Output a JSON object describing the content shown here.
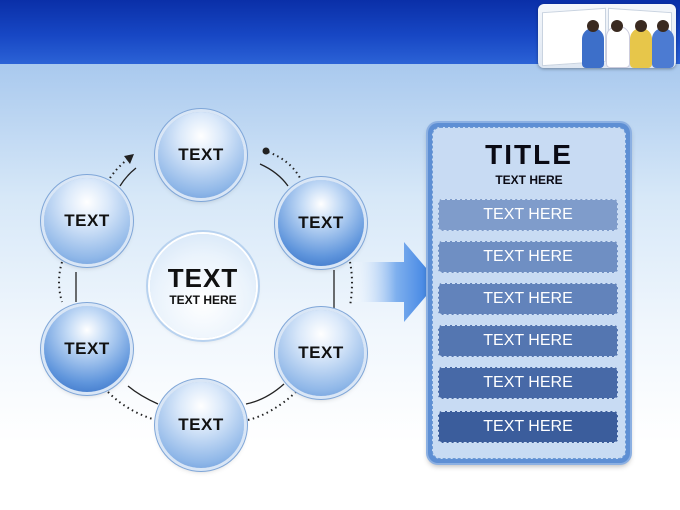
{
  "header": {
    "colors": {
      "band": "#1747c4",
      "accent": "#2b62d6"
    },
    "photo_alt": "students-photo"
  },
  "cycle": {
    "nodes": [
      {
        "label": "TEXT"
      },
      {
        "label": "TEXT"
      },
      {
        "label": "TEXT"
      },
      {
        "label": "TEXT"
      },
      {
        "label": "TEXT"
      },
      {
        "label": "TEXT"
      }
    ],
    "center": {
      "title": "TEXT",
      "subtitle": "TEXT HERE"
    }
  },
  "panel": {
    "title": "TITLE",
    "subtitle": "TEXT HERE",
    "items": [
      {
        "label": "TEXT HERE",
        "color": "#7f9ccb"
      },
      {
        "label": "TEXT HERE",
        "color": "#6f8fc3"
      },
      {
        "label": "TEXT HERE",
        "color": "#6283bb"
      },
      {
        "label": "TEXT HERE",
        "color": "#5476b1"
      },
      {
        "label": "TEXT HERE",
        "color": "#4769a7"
      },
      {
        "label": "TEXT HERE",
        "color": "#3b5d9c"
      }
    ]
  }
}
